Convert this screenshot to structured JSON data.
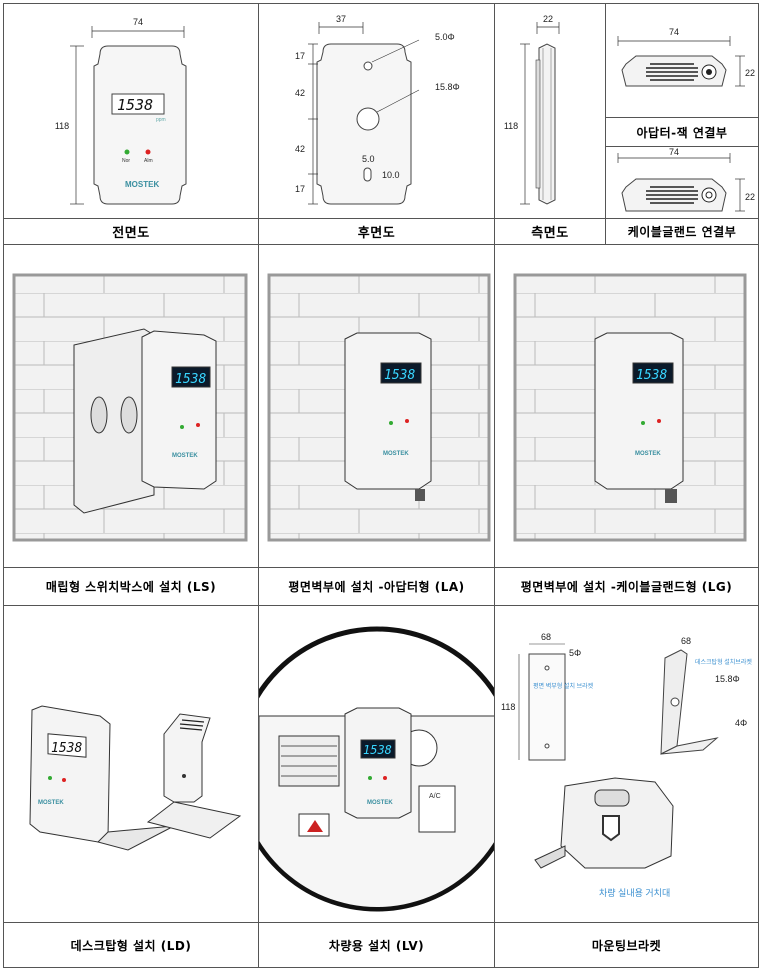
{
  "row1": {
    "front": {
      "caption": "전면도",
      "dim_width": "74",
      "dim_height": "118",
      "display_value": "1538",
      "unit": "ppm",
      "led_nor": "Nor",
      "led_alm": "Alm",
      "brand": "MOSTEK"
    },
    "rear": {
      "caption": "후면도",
      "dim_half_width": "37",
      "dim_a": "17",
      "dim_b": "42",
      "dim_c": "42",
      "dim_d": "17",
      "hole_small": "5.0Φ",
      "hole_large": "15.8Φ",
      "slot_w": "5.0",
      "slot_h": "10.0"
    },
    "side": {
      "caption": "측면도",
      "dim_depth": "22",
      "dim_height": "118"
    },
    "adapter": {
      "caption": "아답터-잭 연결부",
      "dim_width": "74",
      "dim_height": "22"
    },
    "cable": {
      "caption": "케이블글랜드 연결부",
      "dim_width": "74",
      "dim_height": "22"
    }
  },
  "row2": {
    "ls_caption": "매립형 스위치박스에 설치 (LS)",
    "la_caption": "평면벽부에 설치 -아답터형 (LA)",
    "lg_caption": "평면벽부에 설치 -케이블글랜드형 (LG)"
  },
  "row3": {
    "ld_caption": "데스크탑형 설치 (LD)",
    "lv_caption": "차량용 설치 (LV)",
    "mount_caption": "마운팅브라켓",
    "bracket_label_wall": "평면 벽부형 설치 브라켓",
    "bracket_label_desk": "데스크탑형 설치브라켓",
    "bracket_label_car": "차량 실내용 거치대",
    "bracket_dim_w": "68",
    "bracket_dim_h": "118",
    "bracket_dim_hole": "5Φ",
    "bracket_dim_big": "15.8Φ",
    "bracket_dim_side": "4Φ",
    "car_label_ac": "A/C"
  }
}
